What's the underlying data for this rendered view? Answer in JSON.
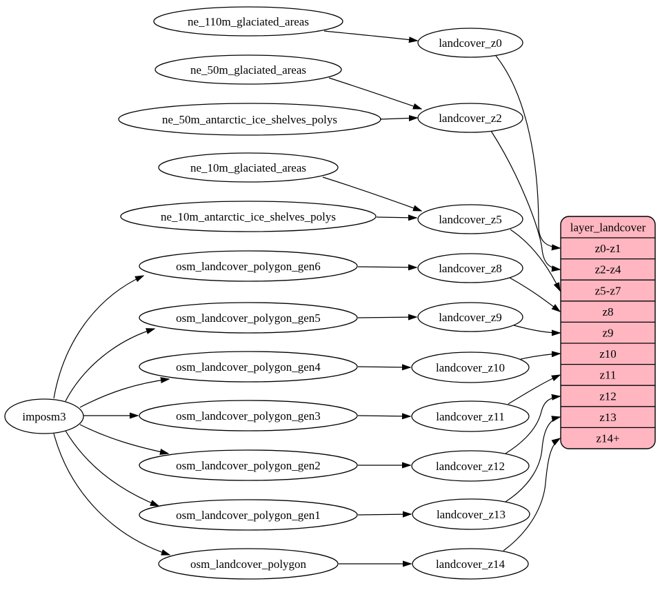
{
  "colors": {
    "background": "#ffffff",
    "node_fill": "#ffffff",
    "node_stroke": "#000000",
    "edge": "#000000",
    "table_fill": "#ffb6c1",
    "text": "#000000"
  },
  "diagram": {
    "nodes": [
      {
        "id": "imposm3",
        "label": "imposm3"
      },
      {
        "id": "ne_110m_glaciated_areas",
        "label": "ne_110m_glaciated_areas"
      },
      {
        "id": "ne_50m_glaciated_areas",
        "label": "ne_50m_glaciated_areas"
      },
      {
        "id": "ne_50m_antarctic_ice_shelves_polys",
        "label": "ne_50m_antarctic_ice_shelves_polys"
      },
      {
        "id": "ne_10m_glaciated_areas",
        "label": "ne_10m_glaciated_areas"
      },
      {
        "id": "ne_10m_antarctic_ice_shelves_polys",
        "label": "ne_10m_antarctic_ice_shelves_polys"
      },
      {
        "id": "osm_landcover_polygon_gen6",
        "label": "osm_landcover_polygon_gen6"
      },
      {
        "id": "osm_landcover_polygon_gen5",
        "label": "osm_landcover_polygon_gen5"
      },
      {
        "id": "osm_landcover_polygon_gen4",
        "label": "osm_landcover_polygon_gen4"
      },
      {
        "id": "osm_landcover_polygon_gen3",
        "label": "osm_landcover_polygon_gen3"
      },
      {
        "id": "osm_landcover_polygon_gen2",
        "label": "osm_landcover_polygon_gen2"
      },
      {
        "id": "osm_landcover_polygon_gen1",
        "label": "osm_landcover_polygon_gen1"
      },
      {
        "id": "osm_landcover_polygon",
        "label": "osm_landcover_polygon"
      },
      {
        "id": "landcover_z0",
        "label": "landcover_z0"
      },
      {
        "id": "landcover_z2",
        "label": "landcover_z2"
      },
      {
        "id": "landcover_z5",
        "label": "landcover_z5"
      },
      {
        "id": "landcover_z8",
        "label": "landcover_z8"
      },
      {
        "id": "landcover_z9",
        "label": "landcover_z9"
      },
      {
        "id": "landcover_z10",
        "label": "landcover_z10"
      },
      {
        "id": "landcover_z11",
        "label": "landcover_z11"
      },
      {
        "id": "landcover_z12",
        "label": "landcover_z12"
      },
      {
        "id": "landcover_z13",
        "label": "landcover_z13"
      },
      {
        "id": "landcover_z14",
        "label": "landcover_z14"
      }
    ],
    "table": {
      "id": "layer_landcover",
      "title": "layer_landcover",
      "rows": [
        "z0-z1",
        "z2-z4",
        "z5-z7",
        "z8",
        "z9",
        "z10",
        "z11",
        "z12",
        "z13",
        "z14+"
      ]
    },
    "edges": [
      {
        "from": "imposm3",
        "to": "osm_landcover_polygon_gen6"
      },
      {
        "from": "imposm3",
        "to": "osm_landcover_polygon_gen5"
      },
      {
        "from": "imposm3",
        "to": "osm_landcover_polygon_gen4"
      },
      {
        "from": "imposm3",
        "to": "osm_landcover_polygon_gen3"
      },
      {
        "from": "imposm3",
        "to": "osm_landcover_polygon_gen2"
      },
      {
        "from": "imposm3",
        "to": "osm_landcover_polygon_gen1"
      },
      {
        "from": "imposm3",
        "to": "osm_landcover_polygon"
      },
      {
        "from": "ne_110m_glaciated_areas",
        "to": "landcover_z0"
      },
      {
        "from": "ne_50m_glaciated_areas",
        "to": "landcover_z2"
      },
      {
        "from": "ne_50m_antarctic_ice_shelves_polys",
        "to": "landcover_z2"
      },
      {
        "from": "ne_10m_glaciated_areas",
        "to": "landcover_z5"
      },
      {
        "from": "ne_10m_antarctic_ice_shelves_polys",
        "to": "landcover_z5"
      },
      {
        "from": "osm_landcover_polygon_gen6",
        "to": "landcover_z8"
      },
      {
        "from": "osm_landcover_polygon_gen5",
        "to": "landcover_z9"
      },
      {
        "from": "osm_landcover_polygon_gen4",
        "to": "landcover_z10"
      },
      {
        "from": "osm_landcover_polygon_gen3",
        "to": "landcover_z11"
      },
      {
        "from": "osm_landcover_polygon_gen2",
        "to": "landcover_z12"
      },
      {
        "from": "osm_landcover_polygon_gen1",
        "to": "landcover_z13"
      },
      {
        "from": "osm_landcover_polygon",
        "to": "landcover_z14"
      },
      {
        "from": "landcover_z0",
        "to": "layer_landcover.z0-z1"
      },
      {
        "from": "landcover_z2",
        "to": "layer_landcover.z2-z4"
      },
      {
        "from": "landcover_z5",
        "to": "layer_landcover.z5-z7"
      },
      {
        "from": "landcover_z8",
        "to": "layer_landcover.z8"
      },
      {
        "from": "landcover_z9",
        "to": "layer_landcover.z9"
      },
      {
        "from": "landcover_z10",
        "to": "layer_landcover.z10"
      },
      {
        "from": "landcover_z11",
        "to": "layer_landcover.z11"
      },
      {
        "from": "landcover_z12",
        "to": "layer_landcover.z12"
      },
      {
        "from": "landcover_z13",
        "to": "layer_landcover.z13"
      },
      {
        "from": "landcover_z14",
        "to": "layer_landcover.z14+"
      }
    ]
  }
}
